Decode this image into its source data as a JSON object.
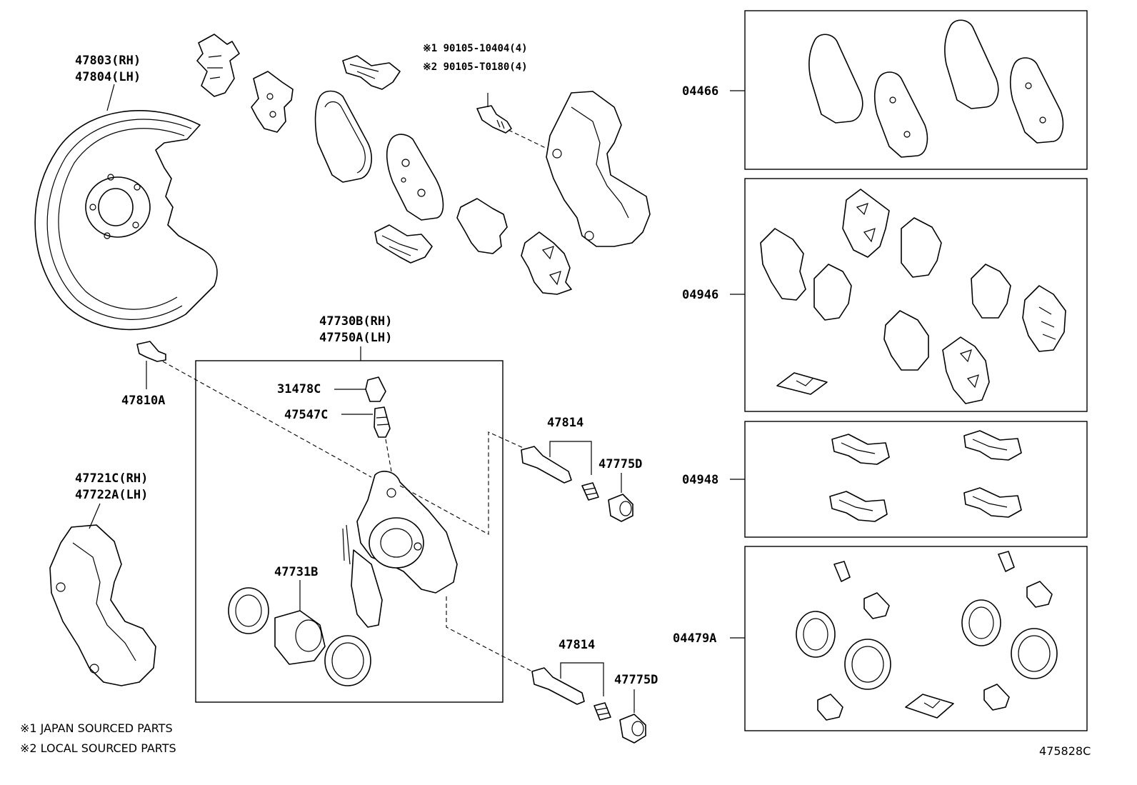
{
  "labels": {
    "shield_rh": "47803(RH)",
    "shield_lh": "47804(LH)",
    "bolt_note1": "※1 90105-10404(4)",
    "bolt_note2": "※2 90105-T0180(4)",
    "caliper_rh": "47730B(RH)",
    "caliper_lh": "47750A(LH)",
    "bleeder_cap": "31478C",
    "bleeder_plug": "47547C",
    "union_bolt": "47810A",
    "pin_upper": "47814",
    "boot_upper": "47775D",
    "pin_lower": "47814",
    "boot_lower": "47775D",
    "mount_rh": "47721C(RH)",
    "mount_lh": "47722A(LH)",
    "piston": "47731B",
    "kit_pads": "04466",
    "kit_shims": "04946",
    "kit_fitting": "04948",
    "kit_cylinder": "04479A"
  },
  "notes": {
    "note1": "※1 JAPAN SOURCED PARTS",
    "note2": "※2 LOCAL SOURCED PARTS"
  },
  "figure_code": "475828C"
}
